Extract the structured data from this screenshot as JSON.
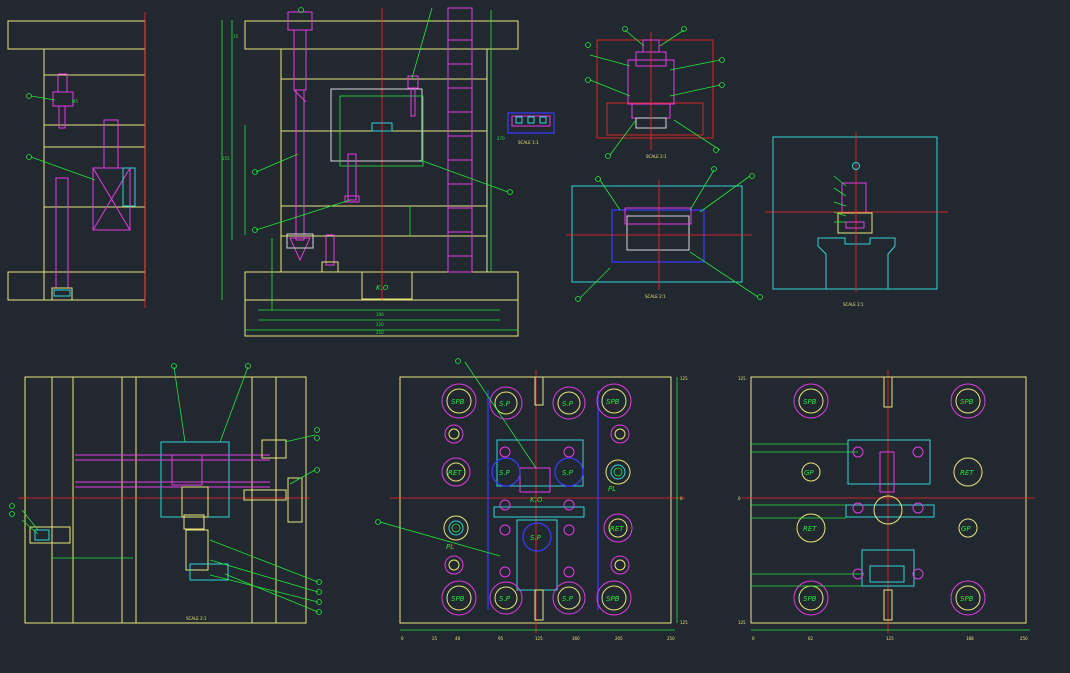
{
  "drawing": {
    "title": "Mold assembly CAD drawing",
    "colors": {
      "background": "#212830",
      "plate": "#e8e47a",
      "part": "#e43be0",
      "dimension": "#25e63a",
      "cavity": "#2fd4d4",
      "centerline": "#ff2525",
      "outline": "#3b3bff"
    },
    "views": {
      "top_center_mark": "K.O",
      "bottom_center_mark": "K.O",
      "scale_labels": [
        "SCALE 1:1",
        "SCALE 2:1",
        "SCALE 2:1",
        "SCALE 2:1",
        "SCALE 2:1"
      ],
      "hole_labels": {
        "spb": "SPB",
        "sp": "S.P",
        "ret": "RET",
        "pl": "PL",
        "gp": "GP",
        "ko": "K.O"
      }
    }
  }
}
